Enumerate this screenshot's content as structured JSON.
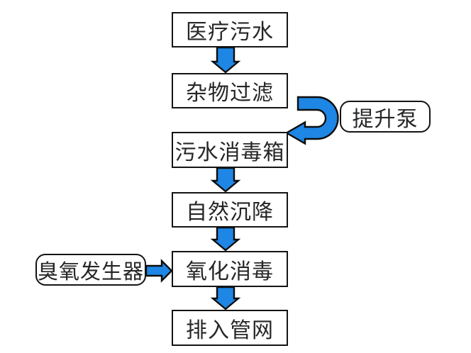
{
  "diagram": {
    "type": "flowchart",
    "subject": "medical-wastewater-treatment-process",
    "nodes": [
      {
        "id": "medical-wastewater",
        "label": "医疗污水",
        "shape": "rect"
      },
      {
        "id": "debris-filtration",
        "label": "杂物过滤",
        "shape": "rect"
      },
      {
        "id": "sewage-disinfection-tank",
        "label": "污水消毒箱",
        "shape": "rect"
      },
      {
        "id": "natural-settling",
        "label": "自然沉降",
        "shape": "rect"
      },
      {
        "id": "oxidation-disinfection",
        "label": "氧化消毒",
        "shape": "rect"
      },
      {
        "id": "discharge-to-pipe-network",
        "label": "排入管网",
        "shape": "rect"
      }
    ],
    "side_nodes": [
      {
        "id": "lift-pump",
        "label": "提升泵",
        "shape": "rounded-rect",
        "position": "right-of-flow"
      },
      {
        "id": "ozone-generator",
        "label": "臭氧发生器",
        "shape": "rounded-rect",
        "position": "left-of-oxidation"
      }
    ],
    "edges": [
      {
        "from": "medical-wastewater",
        "to": "debris-filtration",
        "style": "straight-down"
      },
      {
        "from": "debris-filtration",
        "to": "sewage-disinfection-tank",
        "style": "u-turn-right",
        "via_label": "提升泵"
      },
      {
        "from": "sewage-disinfection-tank",
        "to": "natural-settling",
        "style": "straight-down"
      },
      {
        "from": "natural-settling",
        "to": "oxidation-disinfection",
        "style": "straight-down"
      },
      {
        "from": "ozone-generator",
        "to": "oxidation-disinfection",
        "style": "straight-right"
      },
      {
        "from": "oxidation-disinfection",
        "to": "discharge-to-pipe-network",
        "style": "straight-down"
      }
    ],
    "colors": {
      "arrow_fill": "#1e86e4",
      "arrow_outline": "#0d0d0d",
      "box_border": "#141414",
      "box_fill": "#ffffff",
      "text": "#262626",
      "background": "#ffffff"
    }
  }
}
